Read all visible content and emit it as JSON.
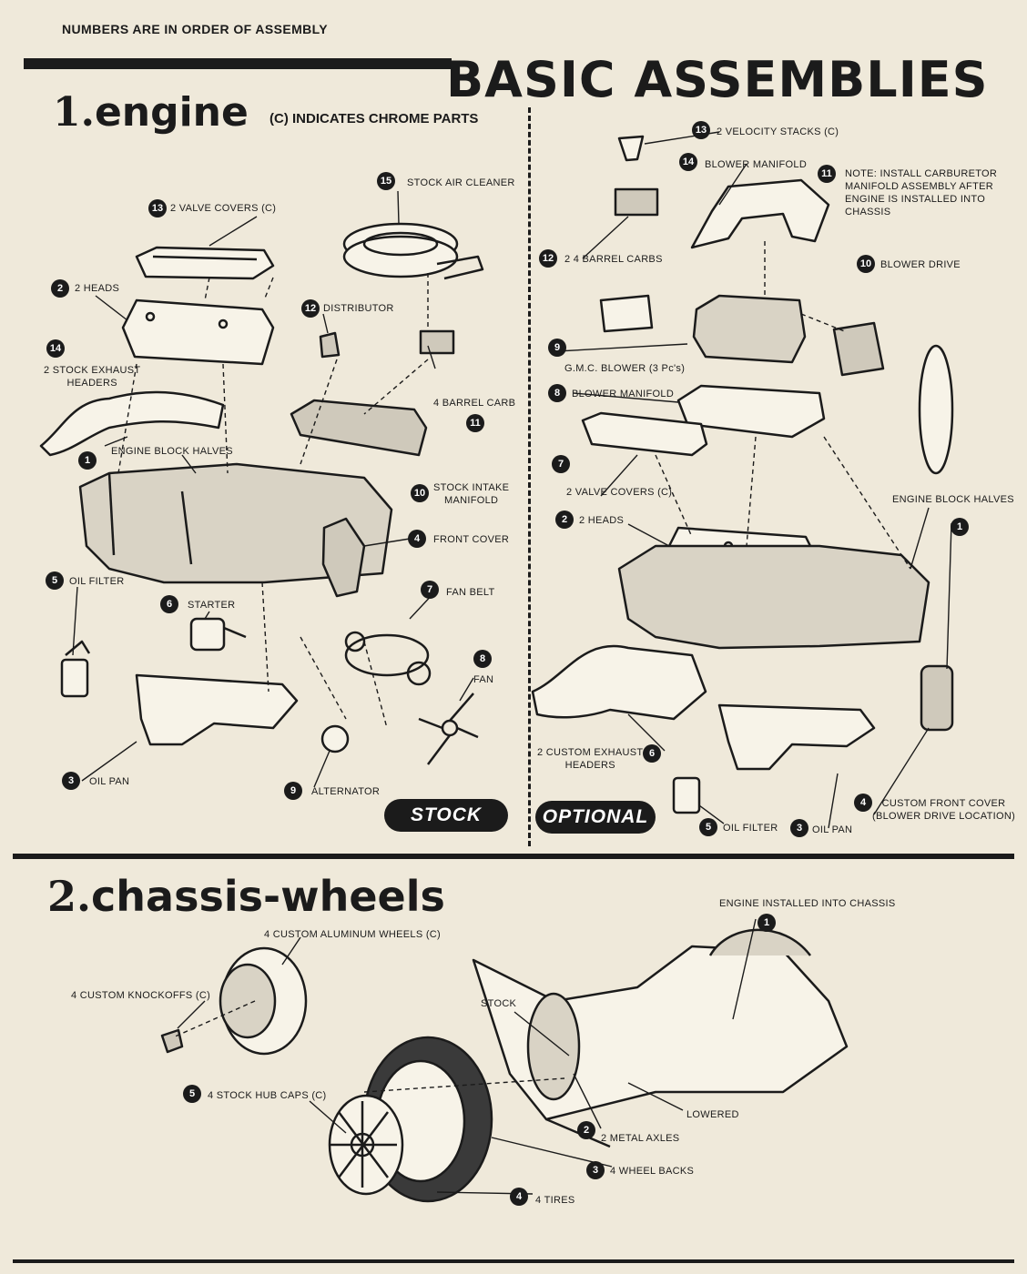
{
  "header": {
    "top_note": "NUMBERS ARE IN ORDER OF ASSEMBLY",
    "title": "BASIC ASSEMBLIES"
  },
  "engine": {
    "section_number": "1.",
    "section_title": "engine",
    "chrome_note": "(C) INDICATES CHROME PARTS",
    "stock_label": "STOCK",
    "optional_label": "OPTIONAL",
    "stock": {
      "valve_covers": {
        "num": "13",
        "label": "2 VALVE COVERS (C)"
      },
      "air_cleaner": {
        "num": "15",
        "label": "STOCK AIR CLEANER"
      },
      "heads": {
        "num": "2",
        "label": "2 HEADS"
      },
      "distributor": {
        "num": "12",
        "label": "DISTRIBUTOR"
      },
      "exhaust_headers": {
        "num": "14",
        "label": "2 STOCK EXHAUST\nHEADERS"
      },
      "barrel_carb": {
        "num": "11",
        "label": "4 BARREL CARB"
      },
      "block_halves": {
        "num": "1",
        "label": "ENGINE BLOCK HALVES"
      },
      "intake_manifold": {
        "num": "10",
        "label": "STOCK INTAKE\nMANIFOLD"
      },
      "front_cover": {
        "num": "4",
        "label": "FRONT COVER"
      },
      "oil_filter": {
        "num": "5",
        "label": "OIL FILTER"
      },
      "starter": {
        "num": "6",
        "label": "STARTER"
      },
      "fan_belt": {
        "num": "7",
        "label": "FAN BELT"
      },
      "fan": {
        "num": "8",
        "label": "FAN"
      },
      "oil_pan": {
        "num": "3",
        "label": "OIL PAN"
      },
      "alternator": {
        "num": "9",
        "label": "ALTERNATOR"
      }
    },
    "optional": {
      "velocity_stacks": {
        "num": "13",
        "label": "2 VELOCITY STACKS (C)"
      },
      "blower_manifold_top": {
        "num": "14",
        "label": "BLOWER MANIFOLD"
      },
      "note": {
        "num": "11",
        "label": "NOTE: INSTALL CARBURETOR\nMANIFOLD ASSEMBLY AFTER\nENGINE IS INSTALLED INTO\nCHASSIS"
      },
      "carbs": {
        "num": "12",
        "label": "2 4 BARREL CARBS"
      },
      "blower_drive": {
        "num": "10",
        "label": "BLOWER DRIVE"
      },
      "gmc_blower": {
        "num": "9",
        "label": "G.M.C. BLOWER (3 Pc's)"
      },
      "blower_manifold": {
        "num": "8",
        "label": "BLOWER MANIFOLD"
      },
      "valve_covers": {
        "num": "7",
        "label": "2 VALVE COVERS (C)"
      },
      "block_halves": {
        "num": "1",
        "label": "ENGINE BLOCK HALVES"
      },
      "heads": {
        "num": "2",
        "label": "2 HEADS"
      },
      "exhaust_headers": {
        "num": "6",
        "label": "2 CUSTOM EXHAUST\nHEADERS"
      },
      "front_cover": {
        "num": "4",
        "label": "CUSTOM FRONT COVER\n(BLOWER DRIVE LOCATION)"
      },
      "oil_filter": {
        "num": "5",
        "label": "OIL FILTER"
      },
      "oil_pan": {
        "num": "3",
        "label": "OIL PAN"
      }
    }
  },
  "chassis": {
    "section_number": "2.",
    "section_title": "chassis-wheels",
    "engine_installed": {
      "num": "1",
      "label": "ENGINE INSTALLED INTO CHASSIS"
    },
    "aluminum_wheels": {
      "label": "4 CUSTOM ALUMINUM WHEELS (C)"
    },
    "knockoffs": {
      "label": "4 CUSTOM KNOCKOFFS (C)"
    },
    "stock": {
      "label": "STOCK"
    },
    "hub_caps": {
      "num": "5",
      "label": "4 STOCK HUB CAPS (C)"
    },
    "lowered": {
      "label": "LOWERED"
    },
    "metal_axles": {
      "num": "2",
      "label": "2 METAL AXLES"
    },
    "wheel_backs": {
      "num": "3",
      "label": "4 WHEEL BACKS"
    },
    "tires": {
      "num": "4",
      "label": "4 TIRES"
    }
  },
  "colors": {
    "paper": "#efe9da",
    "ink": "#1b1b1b"
  }
}
